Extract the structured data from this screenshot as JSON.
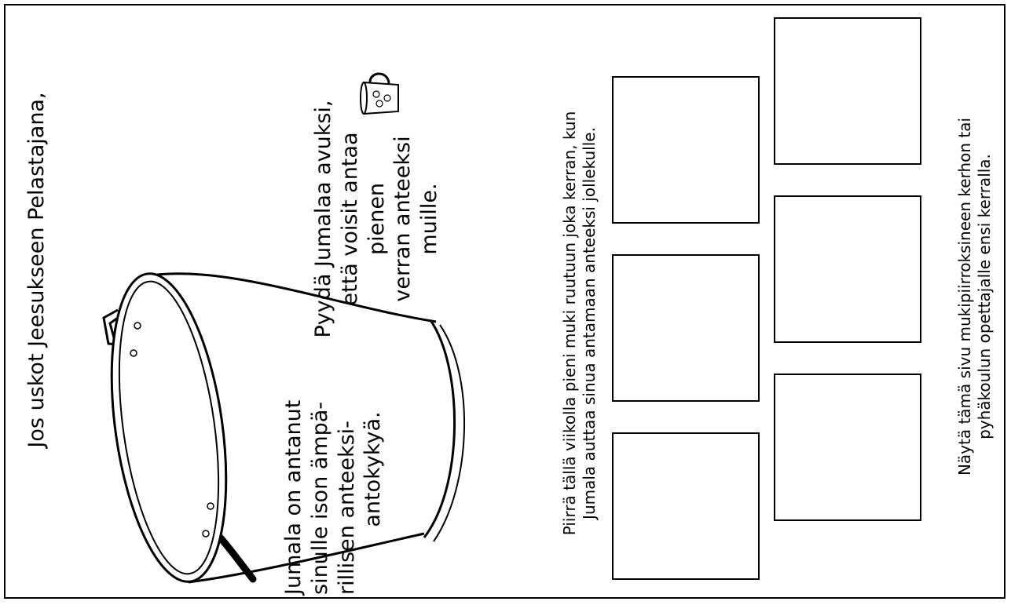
{
  "title": "Jos uskot Jeesukseen Pelastajana,",
  "bucket_text": {
    "line1": "Jumala on antanut",
    "line2": "sinulle ison ämpä-",
    "line3": "rillisen anteeksi-",
    "line4": "antokykyä."
  },
  "ask_text": {
    "line1": "Pyydä Jumalaa avuksi,",
    "line2": "että voisit antaa",
    "line3": "pienen",
    "line4": "verran anteeksi",
    "line5": "muille."
  },
  "instruction": {
    "line1": "Piirrä tällä viikolla pieni muki ruutuun joka kerran, kun",
    "line2": "Jumala auttaa sinua antamaan anteeksi jollekulle."
  },
  "footer_note": {
    "line1": "Näytä tämä sivu mukipiirroksineen kerhon tai",
    "line2": "pyhäkoulun opettajalle ensi kerralla."
  },
  "drawing_boxes_count": 6,
  "icons": [
    "bucket-illustration",
    "mug-icon"
  ]
}
